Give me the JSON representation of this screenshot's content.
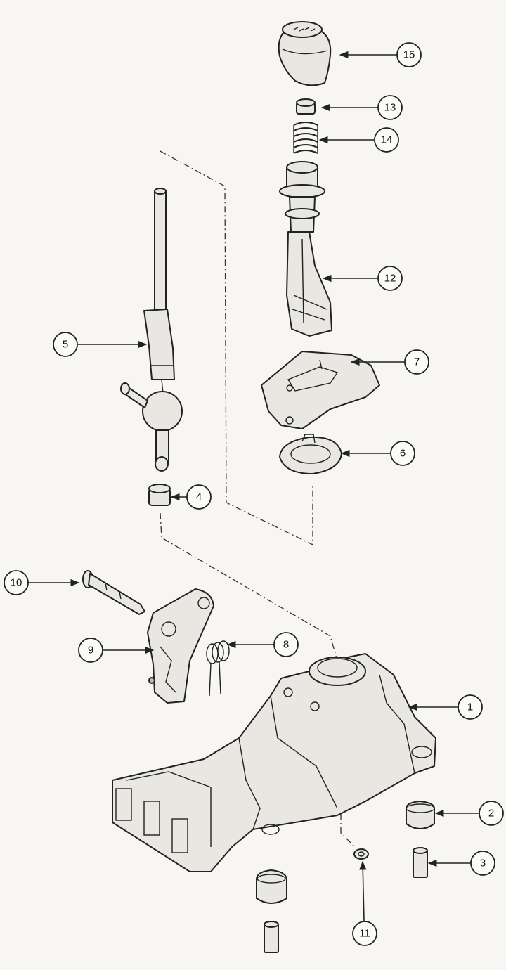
{
  "callouts": [
    {
      "key": "c1",
      "label": "1"
    },
    {
      "key": "c2",
      "label": "2"
    },
    {
      "key": "c3",
      "label": "3"
    },
    {
      "key": "c4",
      "label": "4"
    },
    {
      "key": "c5",
      "label": "5"
    },
    {
      "key": "c6",
      "label": "6"
    },
    {
      "key": "c7",
      "label": "7"
    },
    {
      "key": "c8",
      "label": "8"
    },
    {
      "key": "c9",
      "label": "9"
    },
    {
      "key": "c10",
      "label": "10"
    },
    {
      "key": "c11",
      "label": "11"
    },
    {
      "key": "c12",
      "label": "12"
    },
    {
      "key": "c13",
      "label": "13"
    },
    {
      "key": "c14",
      "label": "14"
    },
    {
      "key": "c15",
      "label": "15"
    }
  ]
}
